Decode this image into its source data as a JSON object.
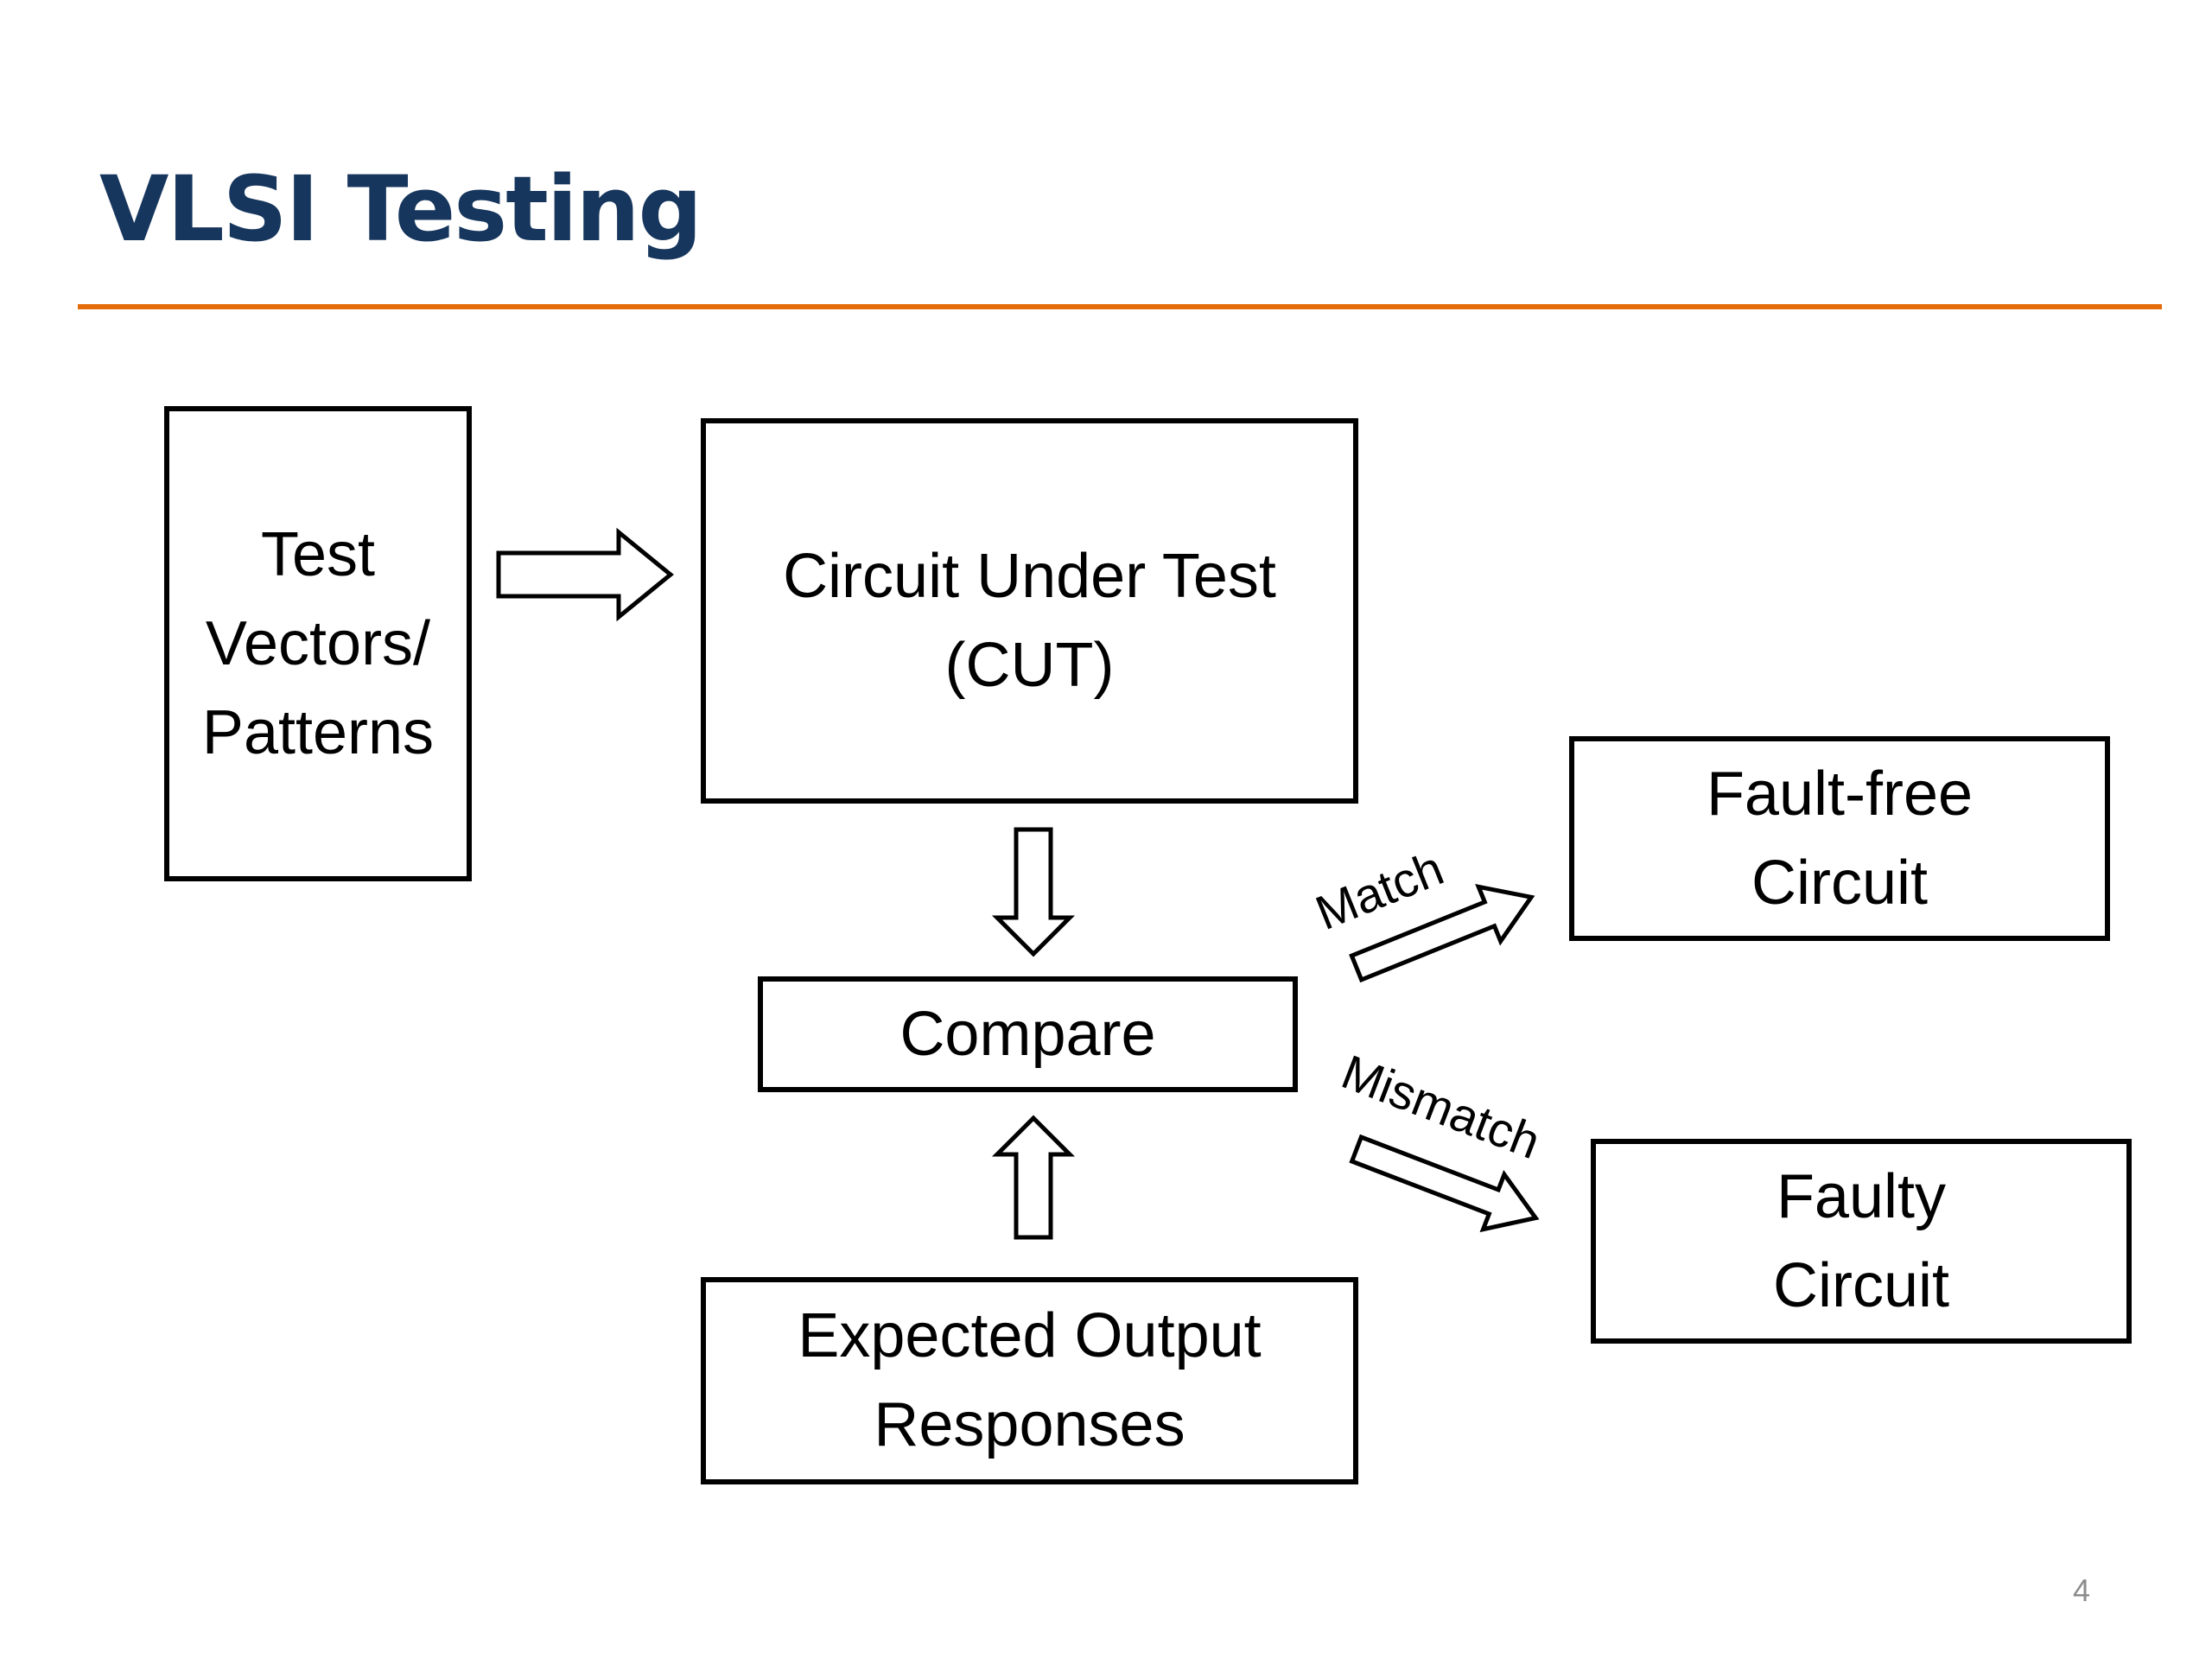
{
  "slide": {
    "title": "VLSI Testing",
    "page_number": "4",
    "colors": {
      "title": "#17365d",
      "rule": "#e46c0a",
      "box_border": "#000000",
      "text": "#000000"
    }
  },
  "diagram": {
    "nodes": {
      "test_vectors": {
        "lines": [
          "Test",
          "Vectors/",
          "Patterns"
        ]
      },
      "cut": {
        "lines": [
          "Circuit Under Test",
          "(CUT)"
        ]
      },
      "compare": {
        "lines": [
          "Compare"
        ]
      },
      "expected": {
        "lines": [
          "Expected Output",
          "Responses"
        ]
      },
      "fault_free": {
        "lines": [
          "Fault-free",
          "Circuit"
        ]
      },
      "faulty": {
        "lines": [
          "Faulty",
          "Circuit"
        ]
      }
    },
    "edges": {
      "vectors_to_cut": {
        "from": "test_vectors",
        "to": "cut",
        "label": ""
      },
      "cut_to_compare": {
        "from": "cut",
        "to": "compare",
        "label": ""
      },
      "expected_to_compare": {
        "from": "expected",
        "to": "compare",
        "label": ""
      },
      "compare_to_fault_free": {
        "from": "compare",
        "to": "fault_free",
        "label": "Match"
      },
      "compare_to_faulty": {
        "from": "compare",
        "to": "faulty",
        "label": "Mismatch"
      }
    }
  }
}
